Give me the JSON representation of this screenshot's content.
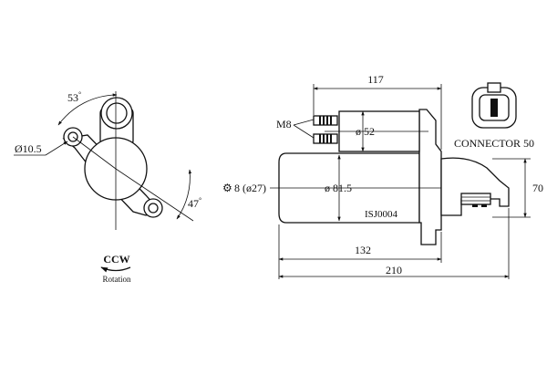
{
  "drawing": {
    "part_number": "ISJ0004",
    "rotation": {
      "direction": "CCW",
      "label": "Rotation"
    },
    "end_view": {
      "hole_diameter": "Ø10.5",
      "angle_upper": "53",
      "angle_lower": "47",
      "degree_mark": "°"
    },
    "side_view": {
      "length_total": "210",
      "length_body": "132",
      "length_top": "117",
      "thread": "M8",
      "solenoid_diameter": "ø 52",
      "body_diameter": "ø 81.5",
      "height": "70",
      "pinion_teeth": "8 (ø27)",
      "gear_icon": "⚙"
    },
    "connector": {
      "label": "CONNECTOR 50"
    }
  }
}
